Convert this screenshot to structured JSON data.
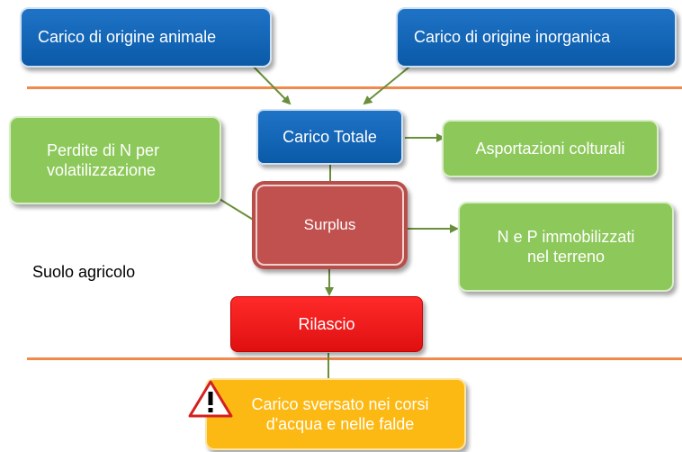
{
  "nodes": {
    "animal_load": "Carico di origine animale",
    "inorganic_load": "Carico di origine inorganica",
    "total_load": "Carico Totale",
    "n_losses": "Perdite di N per volatilizzazione",
    "crop_removal": "Asportazioni colturali",
    "surplus": "Surplus",
    "immobilized": "N e P immobilizzati nel terreno",
    "agricultural_soil": "Suolo agricolo",
    "release": "Rilascio",
    "discharged_load": "Carico sversato nei corsi d'acqua e nelle falde"
  },
  "colors": {
    "blue": "#0a5aa8",
    "green": "#8dc85a",
    "surplus": "#b84d4a",
    "release": "#ee1c1c",
    "discharged": "#fdb913",
    "separator": "#f08a4b",
    "arrow": "#6a8f3a"
  },
  "icons": {
    "warning": "warning-triangle-icon"
  }
}
